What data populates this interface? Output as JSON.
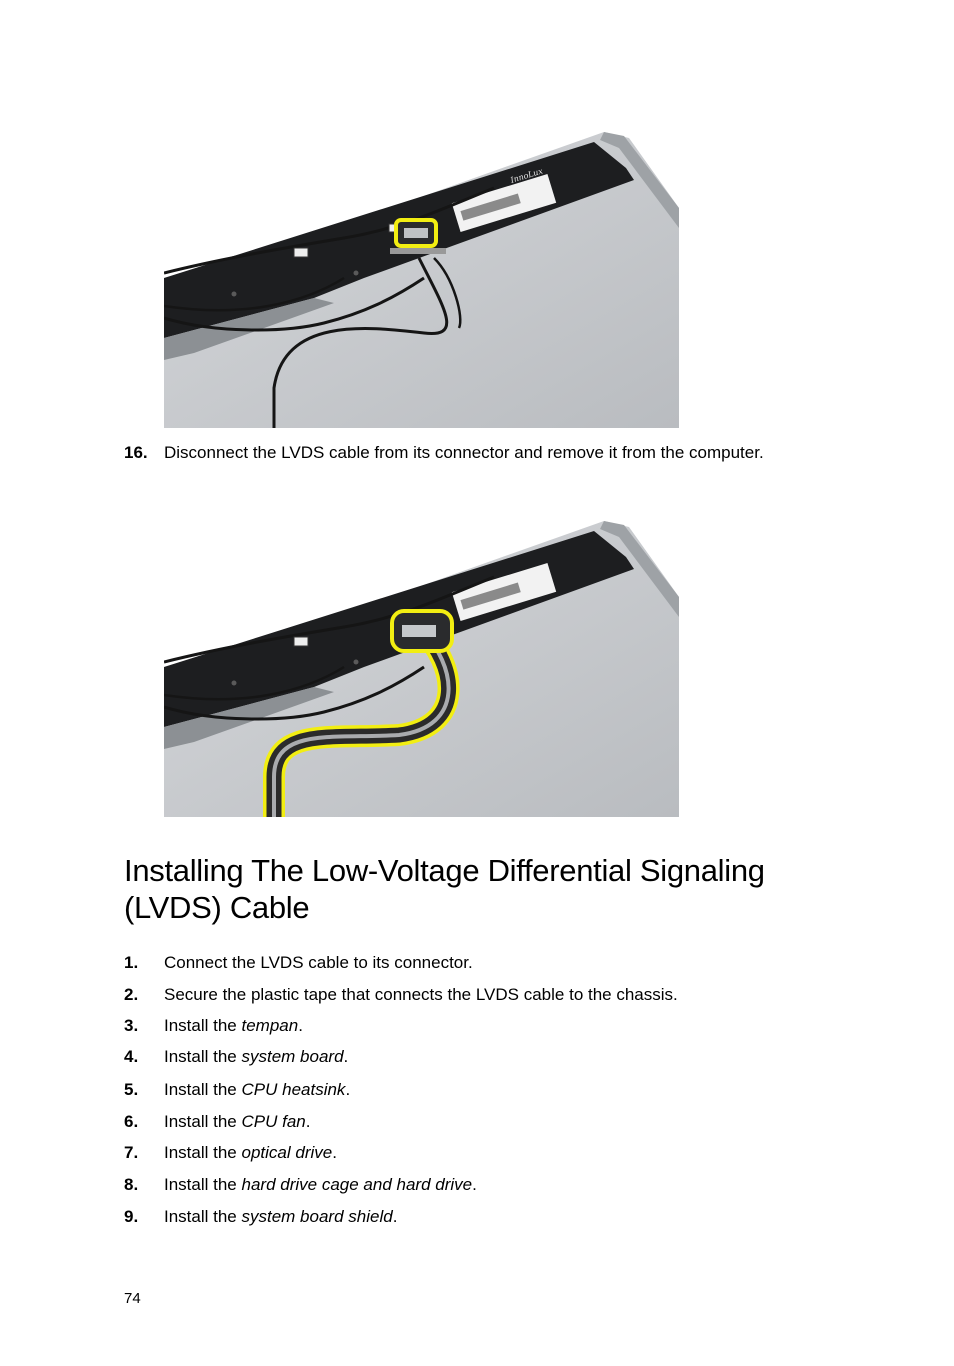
{
  "removal_step": {
    "number": "16.",
    "text": "Disconnect the LVDS cable from its connector and remove it from the computer."
  },
  "section": {
    "title": "Installing The Low-Voltage Differential Signaling (LVDS) Cable"
  },
  "install_steps": [
    {
      "number": "1.",
      "prefix": "Connect the LVDS cable to its connector.",
      "link": "",
      "suffix": ""
    },
    {
      "number": "2.",
      "prefix": "Secure the plastic tape that connects the LVDS cable to the chassis.",
      "link": "",
      "suffix": ""
    },
    {
      "number": "3.",
      "prefix": "Install the ",
      "link": "tempan",
      "suffix": "."
    },
    {
      "number": "4.",
      "prefix": "Install the ",
      "link": "system board",
      "suffix": "."
    },
    {
      "number": "5.",
      "prefix": "Install the ",
      "link": "CPU heatsink",
      "suffix": "."
    },
    {
      "number": "6.",
      "prefix": "Install the ",
      "link": "CPU fan",
      "suffix": "."
    },
    {
      "number": "7.",
      "prefix": "Install the ",
      "link": "optical drive",
      "suffix": "."
    },
    {
      "number": "8.",
      "prefix": "Install the ",
      "link": "hard drive cage and hard drive",
      "suffix": "."
    },
    {
      "number": "9.",
      "prefix": "Install the ",
      "link": "system board shield",
      "suffix": "."
    }
  ],
  "footer": {
    "page_number": "74"
  },
  "photos": {
    "panel_brand_label": "InnoLux"
  },
  "colors": {
    "highlight": "#f2ee12",
    "panel": "#c9ccd0",
    "tape": "#1d1e20",
    "cable": "#151515"
  }
}
